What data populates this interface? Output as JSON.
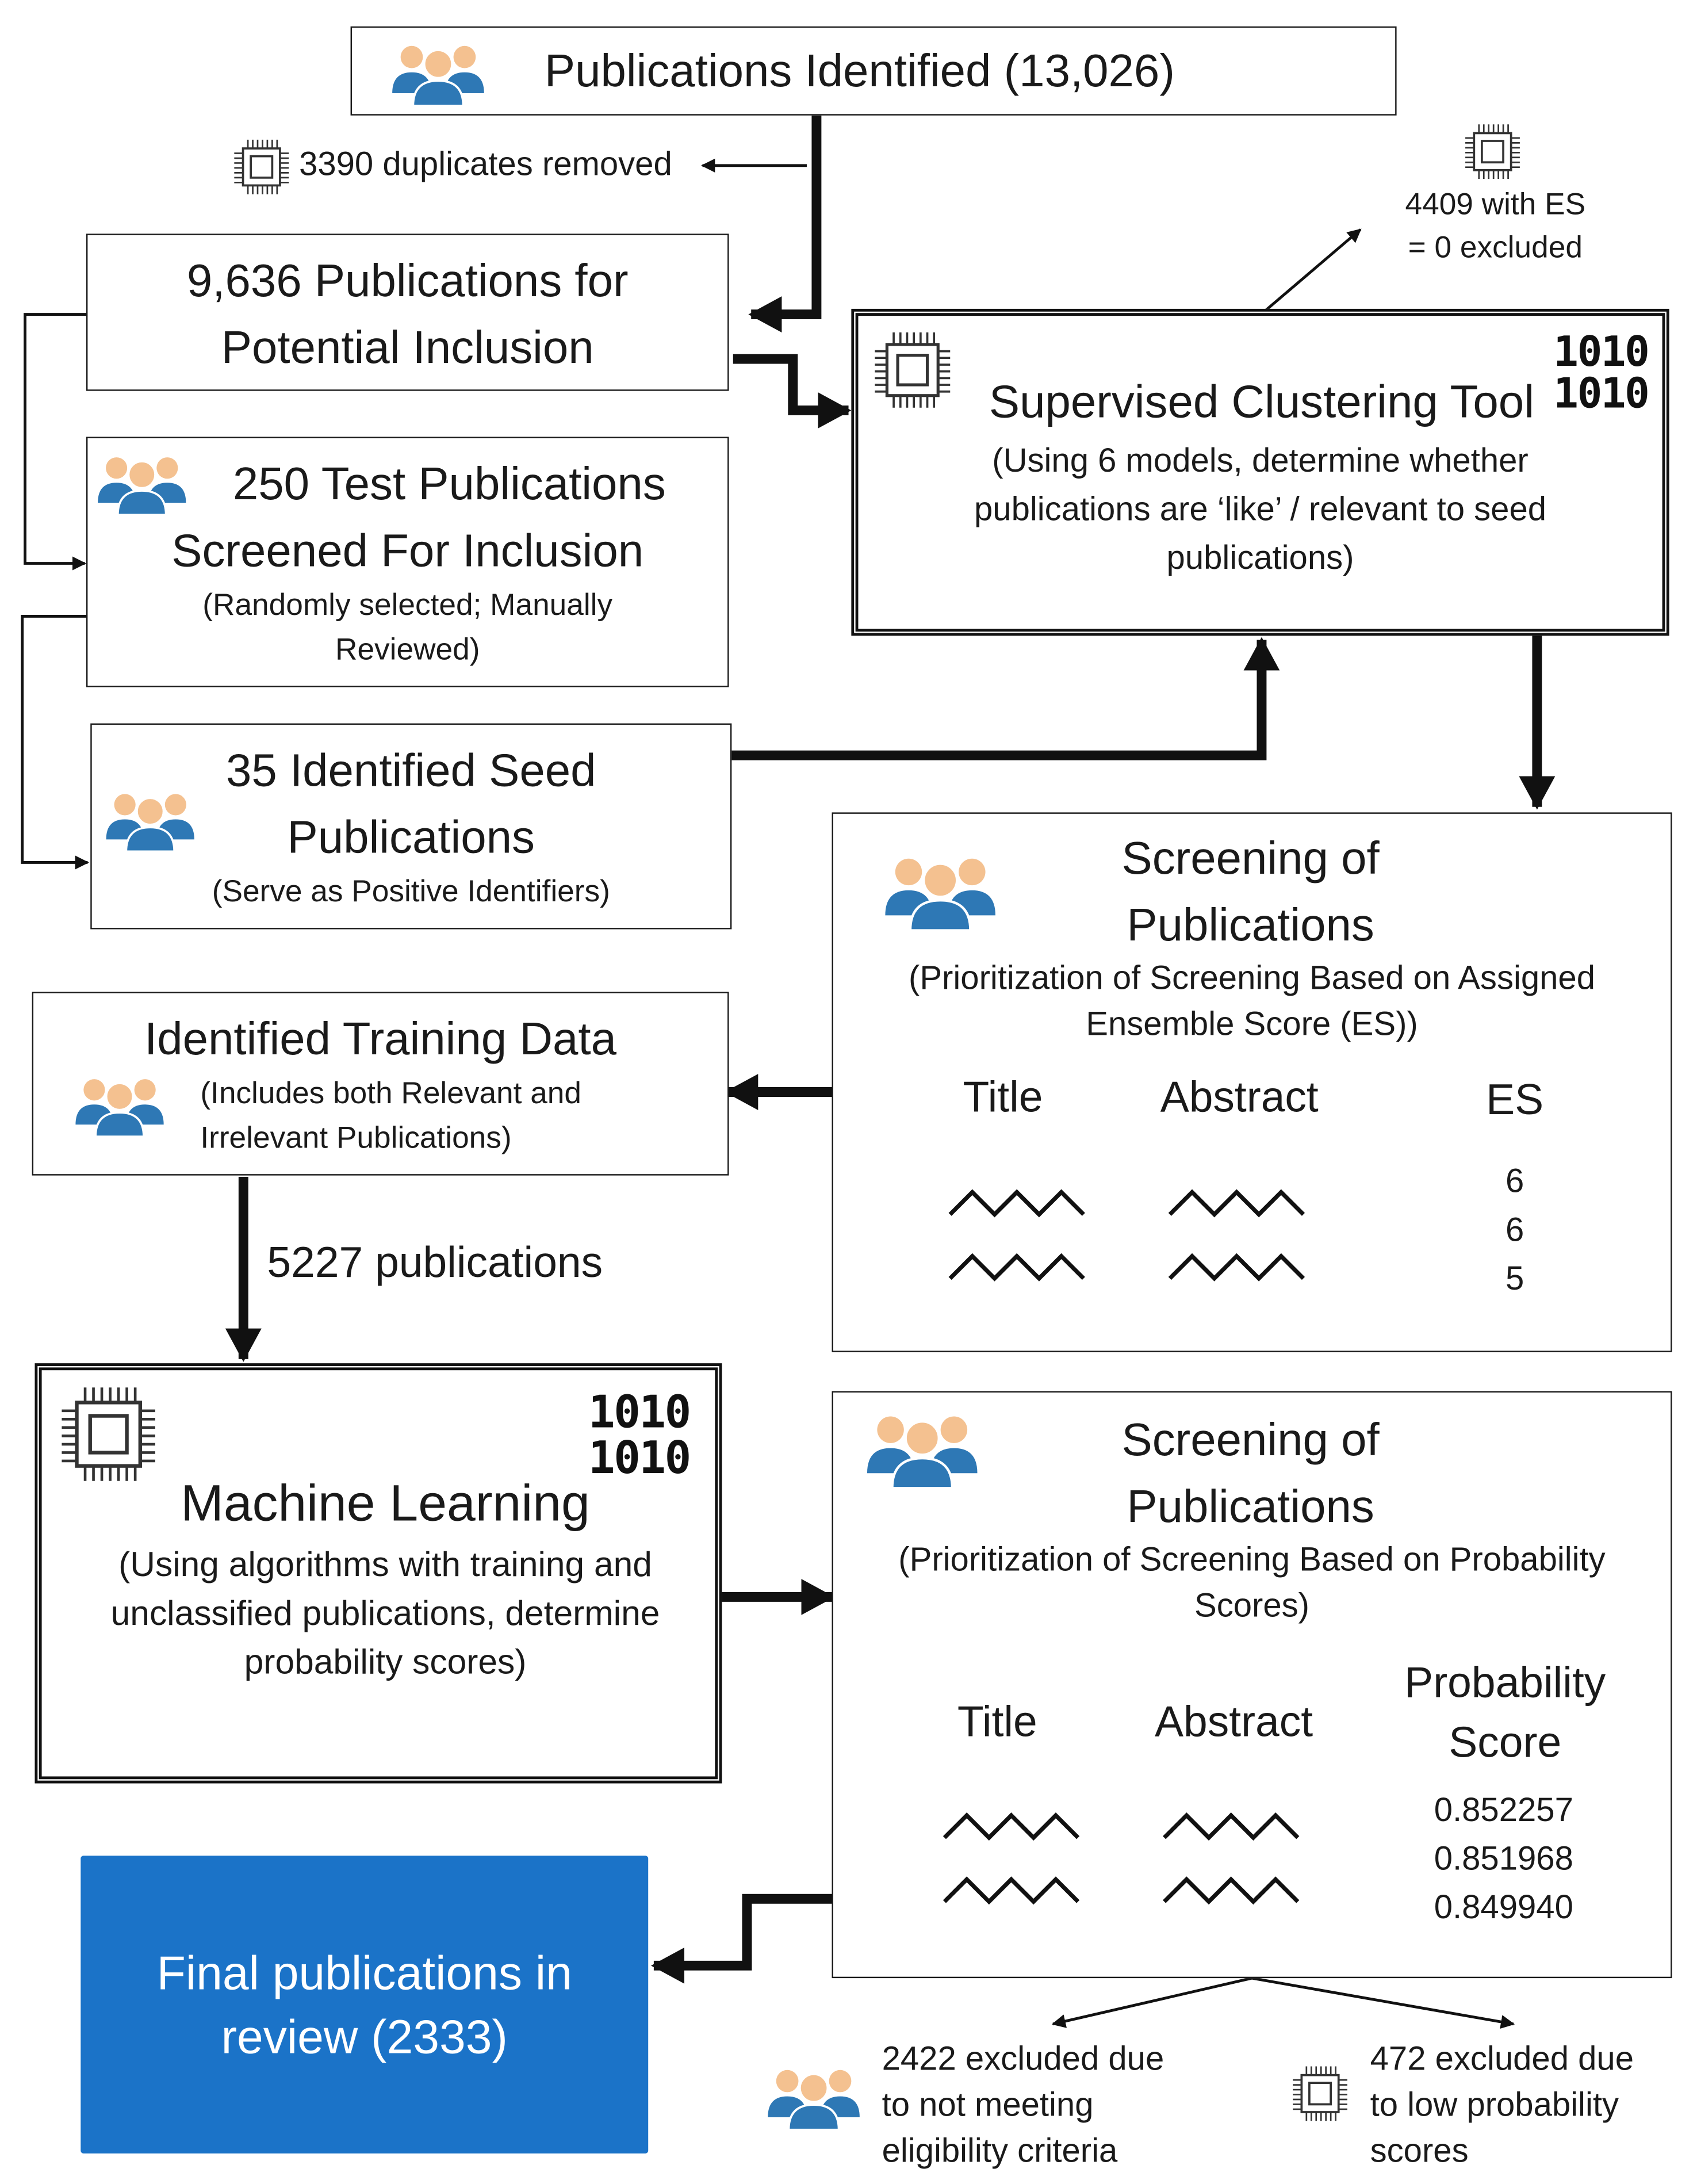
{
  "boxes": {
    "identified": "Publications Identified (13,026)",
    "duplicates_note": "3390 duplicates removed",
    "potential": [
      "9,636 Publications for",
      "Potential Inclusion"
    ],
    "test": {
      "title": [
        "250 Test Publications",
        "Screened For Inclusion"
      ],
      "sub": [
        "(Randomly selected; Manually",
        "Reviewed)"
      ]
    },
    "seed": {
      "title": [
        "35 Identified Seed",
        "Publications"
      ],
      "sub": "(Serve as Positive Identifiers)"
    },
    "clustering": {
      "title": "Supervised Clustering Tool",
      "sub": [
        "(Using 6 models, determine whether",
        "publications are ‘like’ / relevant to seed",
        "publications)"
      ],
      "binary": [
        "1010",
        "1010"
      ]
    },
    "es_excluded": [
      "4409 with ES",
      "= 0 excluded"
    ],
    "screening1": {
      "title": [
        "Screening of",
        "Publications"
      ],
      "sub": [
        "(Prioritization of Screening Based on Assigned",
        "Ensemble Score (ES))"
      ],
      "col_title": "Title",
      "col_abstract": "Abstract",
      "col_score": "ES",
      "scores": [
        "6",
        "6",
        "5"
      ]
    },
    "training": {
      "title": "Identified Training Data",
      "sub": [
        "(Includes both Relevant and",
        "Irrelevant Publications)"
      ]
    },
    "training_count": "5227 publications",
    "ml": {
      "title": "Machine Learning",
      "sub": [
        "(Using algorithms with training and",
        "unclassified publications, determine",
        "probability scores)"
      ],
      "binary": [
        "1010",
        "1010"
      ]
    },
    "screening2": {
      "title": [
        "Screening of",
        "Publications"
      ],
      "sub": [
        "(Prioritization of Screening Based on Probability",
        "Scores)"
      ],
      "col_title": "Title",
      "col_abstract": "Abstract",
      "col_score": [
        "Probability",
        "Score"
      ],
      "scores": [
        "0.852257",
        "0.851968",
        "0.849940"
      ]
    },
    "final": [
      "Final publications in",
      "review (2333)"
    ],
    "excluded_eligibility": [
      "2422 excluded due",
      "to not meeting",
      "eligibility criteria"
    ],
    "excluded_probability": [
      "472 excluded due",
      "to low probability",
      "scores"
    ]
  },
  "colors": {
    "people_head": "#f4c190",
    "people_body": "#2e78b5",
    "final_box": "#1b73c8",
    "line": "#111111"
  },
  "icons": [
    "people-icon",
    "chip-icon",
    "binary-icon",
    "squiggle-icon"
  ]
}
